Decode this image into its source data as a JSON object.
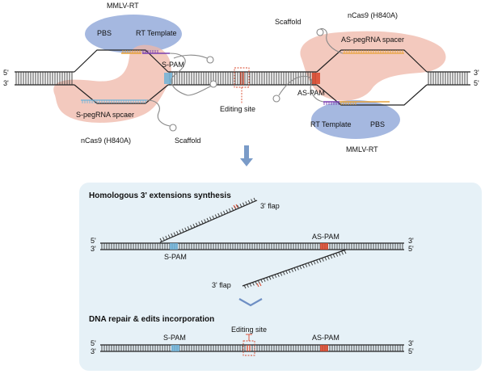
{
  "colors": {
    "panel_bg": "#e6f1f7",
    "protein_blue": "#8ea6d8",
    "guide_pink": "#efb7a8",
    "pbs_orange": "#e8a33a",
    "template_purple": "#7a3fb0",
    "spam_blue": "#6fb3d8",
    "edit_red": "#d9472b",
    "arrow_blue": "#7a9bc8",
    "chevron_blue": "#6e8fc4"
  },
  "top": {
    "mmlv_rt_left": "MMLV-RT",
    "pbs_left": "PBS",
    "rt_template_left": "RT Template",
    "s_pam": "S-PAM",
    "s_pegrna_spacer": "S-pegRNA spcaer",
    "ncas9_left": "nCas9 (H840A)",
    "scaffold_left": "Scaffold",
    "editing_site": "Editing site",
    "scaffold_right": "Scaffold",
    "ncas9_right": "nCas9 (H840A)",
    "as_pegrna_spacer": "AS-pegRNA spacer",
    "as_pam": "AS-PAM",
    "rt_template_right": "RT Template",
    "pbs_right": "PBS",
    "mmlv_rt_right": "MMLV-RT",
    "end_5_left": "5'",
    "end_3_left": "3'",
    "end_3_right": "3'",
    "end_5_right": "5'"
  },
  "panel": {
    "section1_title": "Homologous 3' extensions synthesis",
    "flap_upper": "3' flap",
    "flap_lower": "3' flap",
    "s_pam": "S-PAM",
    "as_pam": "AS-PAM",
    "section2_title": "DNA repair & edits incorporation",
    "editing_site": "Editing site",
    "s_pam_2": "S-PAM",
    "as_pam_2": "AS-PAM",
    "m_5_left": "5'",
    "m_3_left": "3'",
    "m_3_right": "3'",
    "m_5_right": "5'",
    "b_5_left": "5'",
    "b_3_left": "3'",
    "b_3_right": "3'",
    "b_5_right": "5'"
  }
}
